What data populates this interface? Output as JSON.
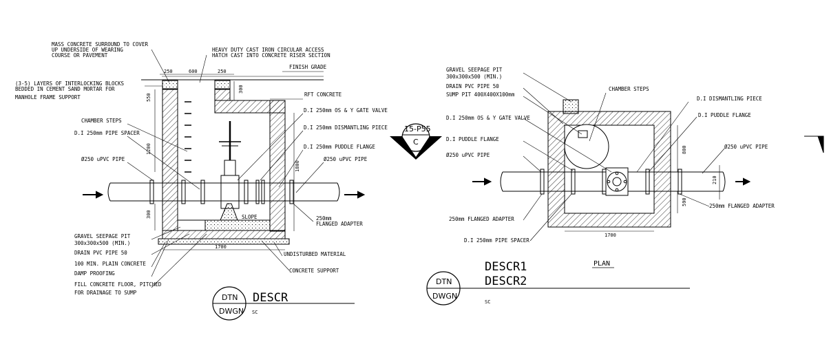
{
  "section": {
    "label_mass_concrete": [
      "MASS CONCRETE SURROUND TO COVER",
      "UP UNDERSIDE OF WEARING",
      "COURSE OR PAVEMENT"
    ],
    "label_access_hatch": [
      "HEAVY DUTY CAST IRON CIRCULAR ACCESS",
      "HATCH CAST INTO CONCRETE RISER SECTION"
    ],
    "label_layers": [
      "(3-5) LAYERS OF INTERLOCKING BLOCKS",
      "BEDDED IN CEMENT SAND MORTAR FOR",
      "MANHOLE FRAME SUPPORT"
    ],
    "label_finish_grade": "FINISH GRADE",
    "label_rft_concrete": "RFT CONCRETE",
    "label_chamber_steps": "CHAMBER STEPS",
    "label_pipe_spacer": "D.I 250mm PIPE SPACER",
    "label_upvc_left": "Ø250 uPVC PIPE",
    "label_gate_valve": "D.I 250mm OS & Y GATE VALVE",
    "label_dismantling": "D.I 250mm DISMANTLING PIECE",
    "label_puddle": "D.I 250mm PUDDLE FLANGE",
    "label_upvc_right": "Ø250 uPVC PIPE",
    "label_flanged_adapter": [
      "250mm",
      "FLANGED ADAPTER"
    ],
    "label_slope": "SLOPE",
    "label_gravel_pit": [
      "GRAVEL SEEPAGE PIT",
      "300x300x500 (MIN.)"
    ],
    "label_drain_pvc": "DRAIN PVC PIPE 50",
    "label_plain_concrete": "100 MIN. PLAIN CONCRETE",
    "label_damp": "DAMP PROOFING",
    "label_fill_floor": [
      "FILL CONCRETE FLOOR, PITCHED",
      "FOR DRAINAGE TO SUMP"
    ],
    "label_undisturbed": "UNDISTURBED MATERIAL",
    "label_concrete_support": "CONCRETE SUPPORT",
    "dims": {
      "d250a": "250",
      "d600": "600",
      "d250b": "250",
      "d550": "550",
      "d1200": "1200",
      "d300": "300",
      "d1800": "1800",
      "d300b": "300",
      "d1700": "1700"
    },
    "title_block": {
      "dtn": "DTN",
      "dwgn": "DWGN",
      "descr": "DESCR",
      "scale": "SC"
    }
  },
  "section_marker": {
    "ref": "15-P55",
    "letter": "C"
  },
  "plan": {
    "label_gravel_pit": [
      "GRAVEL SEEPAGE PIT",
      "300x300x500 (MIN.)"
    ],
    "label_drain_pvc": "DRAIN PVC PIPE 50",
    "label_sump": "SUMP PIT 400X400X100mm",
    "label_gate_valve": "D.I 250mm OS & Y GATE VALVE",
    "label_puddle_left": "D.I PUDDLE FLANGE",
    "label_upvc_left": "Ø250 uPVC PIPE",
    "label_chamber_steps": "CHAMBER STEPS",
    "label_dismantling": "D.I DISMANTLING PIECE",
    "label_puddle_right": "D.I PUDDLE FLANGE",
    "label_upvc_right": "Ø250 uPVC PIPE",
    "label_adapter_left": "250mm FLANGED ADAPTER",
    "label_adapter_right": "250mm FLANGED ADAPTER",
    "label_pipe_spacer": "D.I 250mm PIPE SPACER",
    "dims": {
      "d800": "800",
      "d210": "210",
      "d590": "590",
      "d1700": "1700"
    },
    "plan_title": "PLAN",
    "title_block": {
      "dtn": "DTN",
      "dwgn": "DWGN",
      "descr1": "DESCR1",
      "descr2": "DESCR2",
      "scale": "SC"
    }
  },
  "colors": {
    "line": "#000000",
    "background": "#ffffff"
  }
}
